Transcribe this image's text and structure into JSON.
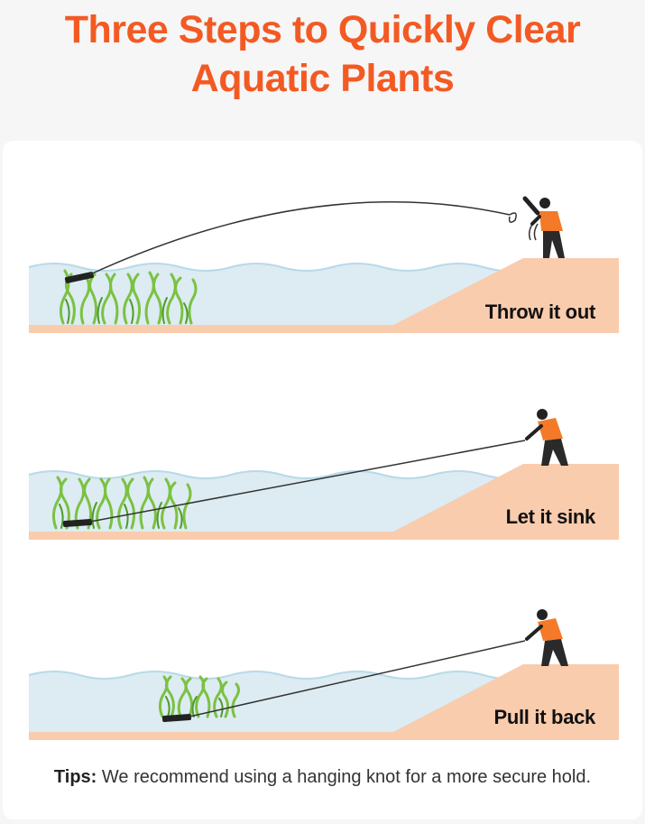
{
  "title_line1": "Three Steps to Quickly Clear",
  "title_line2": "Aquatic Plants",
  "steps": [
    {
      "label": "Throw it out"
    },
    {
      "label": "Let it sink"
    },
    {
      "label": "Pull it back"
    }
  ],
  "tips": {
    "prefix": "Tips:",
    "text": " We recommend using a hanging knot for a more secure hold."
  },
  "colors": {
    "accent": "#f35a23",
    "water": "#dcecf2",
    "wave": "#b9d9e8",
    "bank": "#f9ccad",
    "weed": "#7cc142",
    "weed_dark": "#4f9a2c",
    "vest": "#f47a2a"
  }
}
